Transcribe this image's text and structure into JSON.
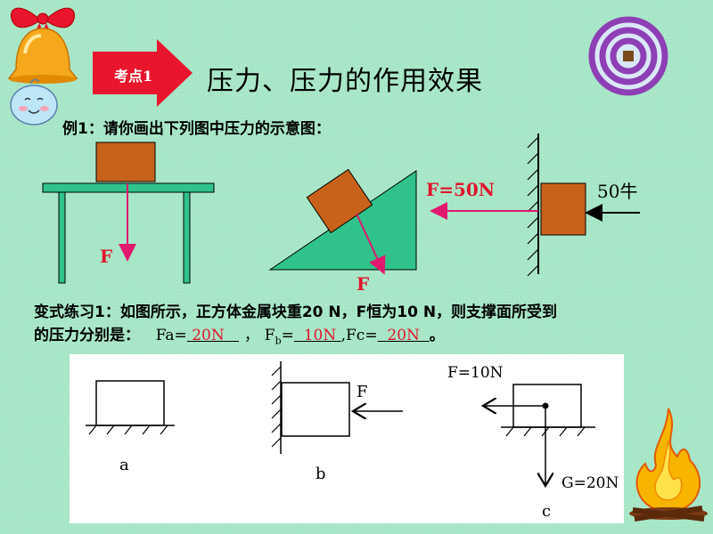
{
  "header": {
    "badge_label": "考点1",
    "title": "压力、压力的作用效果"
  },
  "example": {
    "question": "例1：请你画出下列图中压力的示意图：",
    "fig1_force_label": "F",
    "fig2_force_label": "F",
    "fig3_force_label": "F=50N",
    "fig3_applied_label": "50牛"
  },
  "exercise": {
    "line1": "变式练习1：如图所示，正方体金属块重20 N，F恒为10 N，则支撑面所受到",
    "line2_prefix": "的压力分别是：",
    "fa_label": "Fa=",
    "fa_value": "20N",
    "fb_label": "F",
    "fb_sub": "b",
    "fb_eq": "=",
    "fb_value": "10N",
    "fc_label": ",Fc=",
    "fc_value": "20N",
    "end": "。"
  },
  "panel": {
    "label_a": "a",
    "label_b": "b",
    "label_c": "c",
    "b_force": "F",
    "c_force": "F=10N",
    "c_weight": "G=20N"
  },
  "colors": {
    "background": "#A6E6C6",
    "badge_red": "#E8152D",
    "brown_block": "#C8621A",
    "green_shape": "#2FC38B",
    "force_arrow": "#E0186E",
    "answer_red": "#E0162B",
    "spiral_purple": "#8E3FB5"
  },
  "icons": {
    "bell": "bell-with-bow-icon",
    "mascot": "smiling-cloud-mascot-icon",
    "spiral": "target-spiral-icon",
    "campfire": "campfire-icon"
  }
}
